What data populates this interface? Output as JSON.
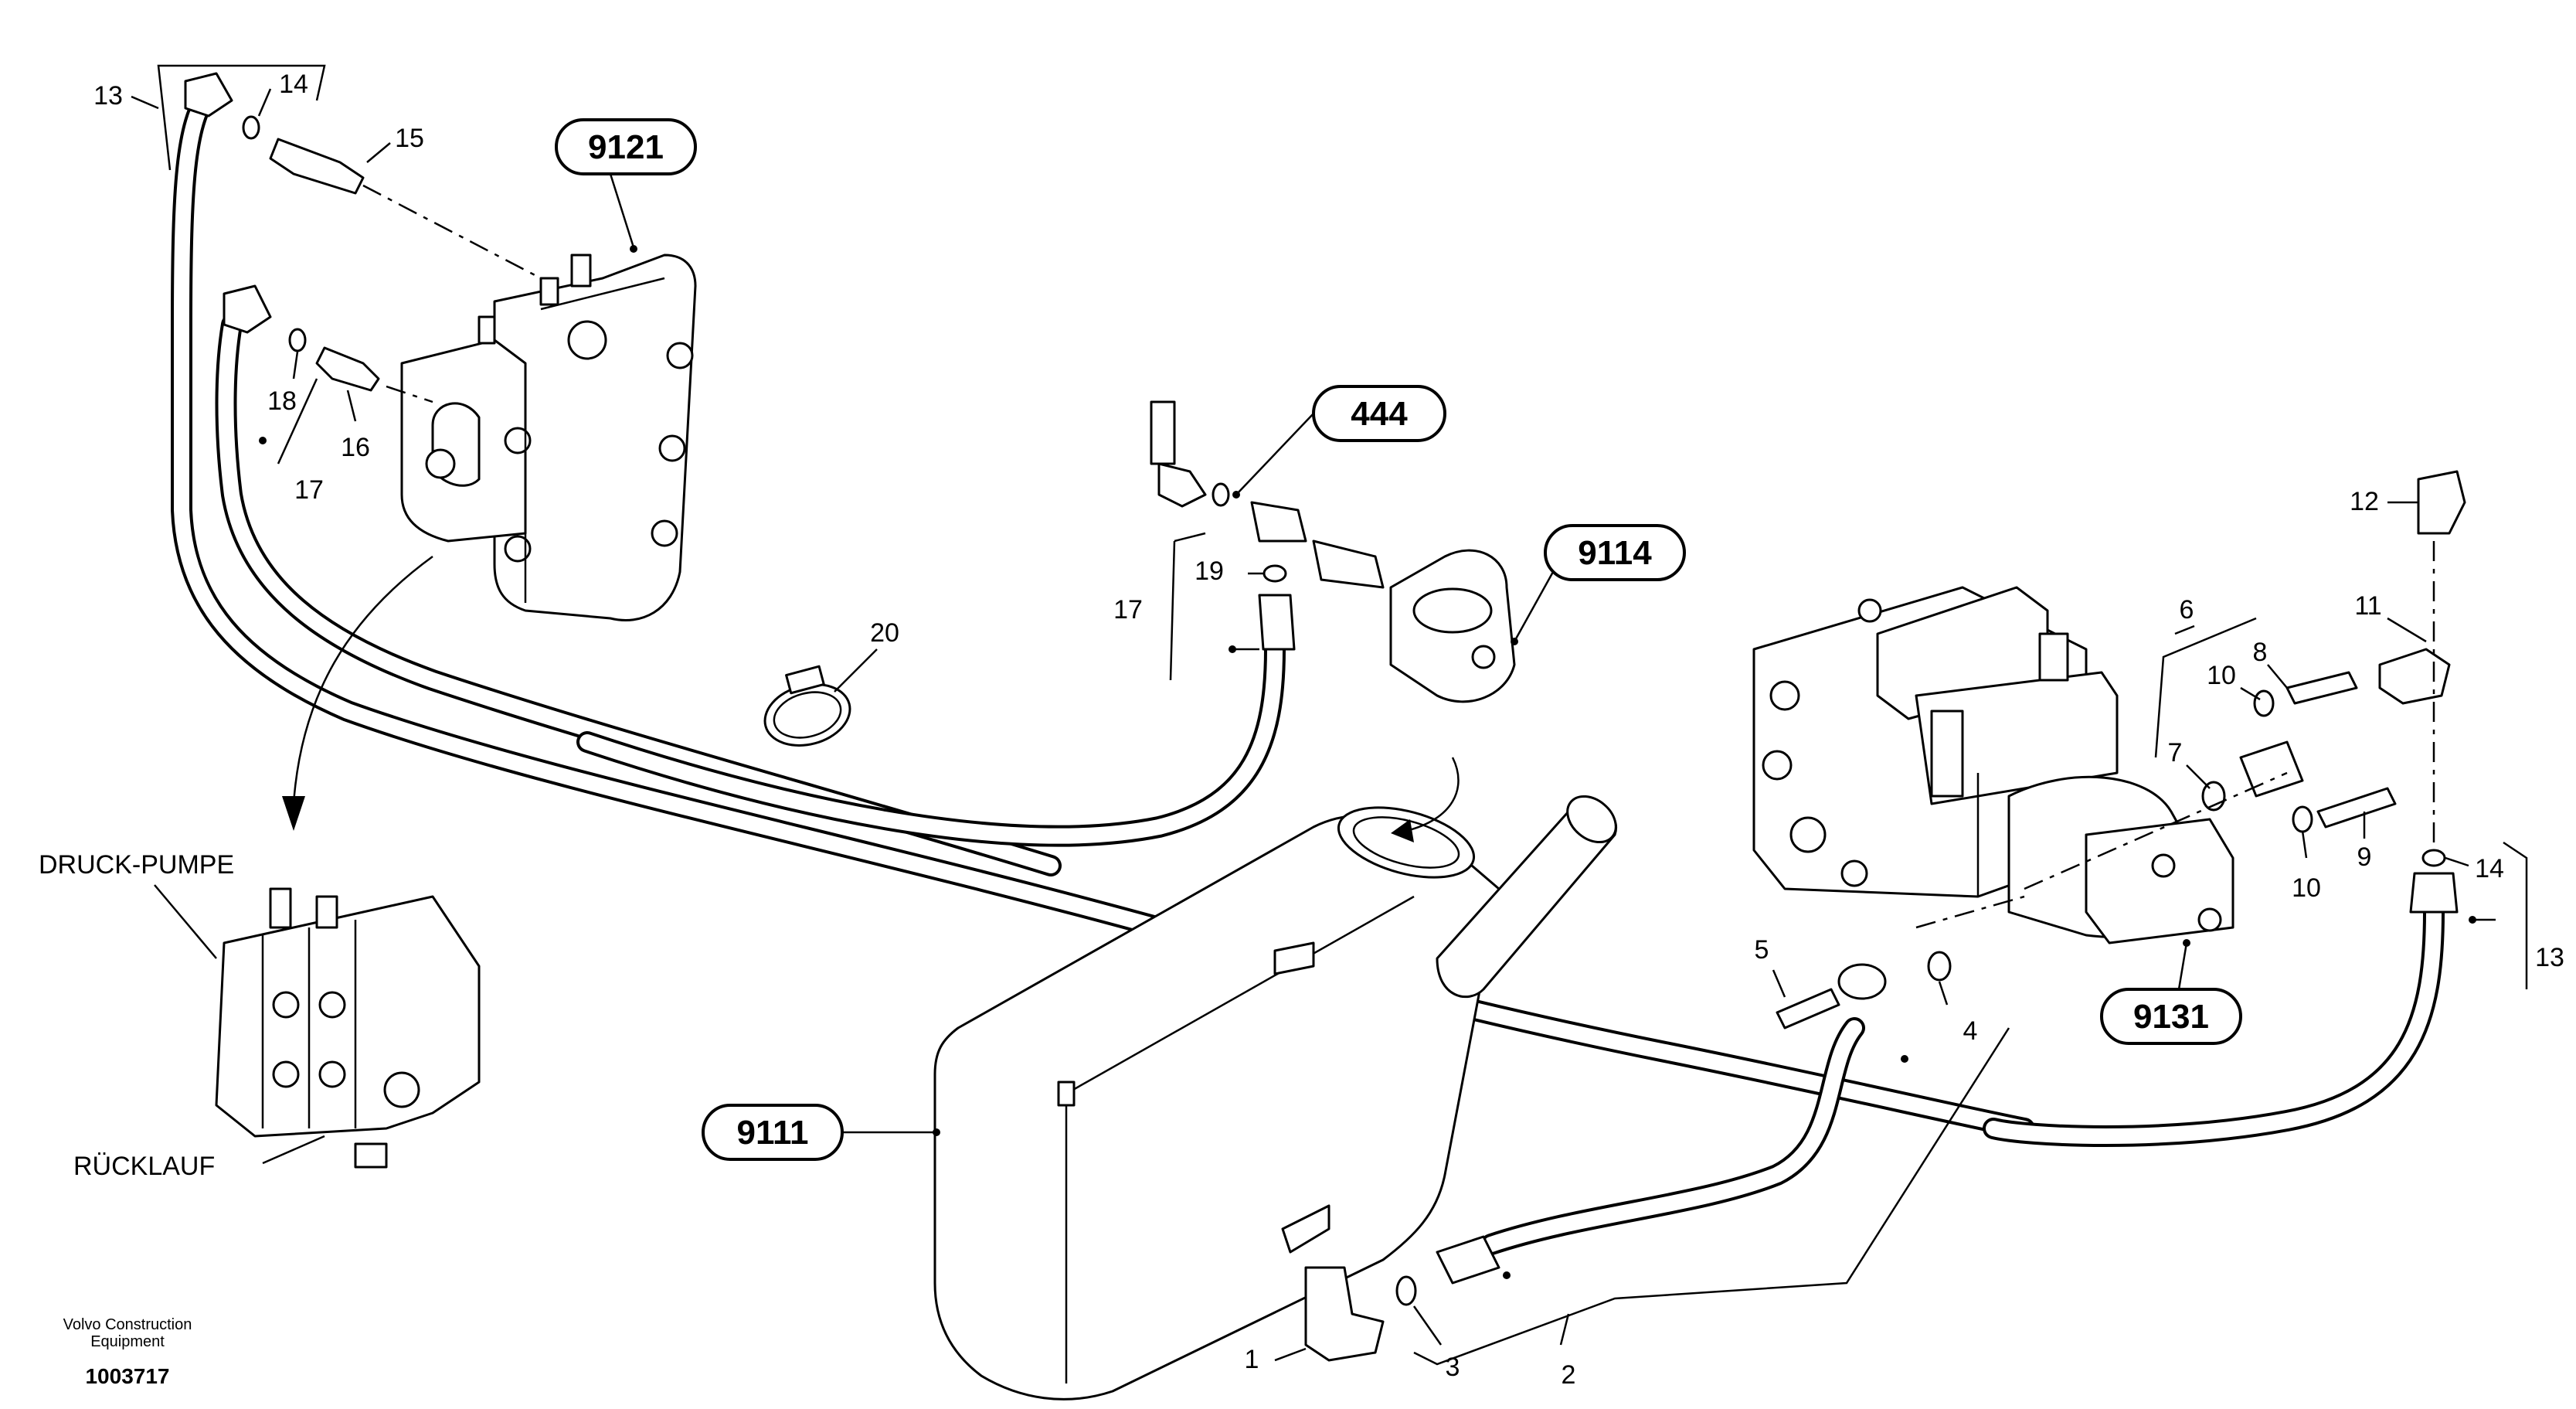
{
  "callouts": {
    "c9121": "9121",
    "c444": "444",
    "c9114": "9114",
    "c9131": "9131",
    "c9111": "9111"
  },
  "item_numbers": {
    "n13_left": "13",
    "n14_left": "14",
    "n15": "15",
    "n18": "18",
    "n16": "16",
    "n17_left": "17",
    "n17_mid": "17",
    "n19": "19",
    "n20": "20",
    "n12": "12",
    "n11": "11",
    "n6": "6",
    "n8": "8",
    "n10_top": "10",
    "n7": "7",
    "n10_bottom": "10",
    "n9": "9",
    "n14_right": "14",
    "n13_right": "13",
    "n5": "5",
    "n4": "4",
    "n1": "1",
    "n3": "3",
    "n2": "2"
  },
  "labels": {
    "druck_pumpe": "DRUCK-PUMPE",
    "rucklauf": "RÜCKLAUF"
  },
  "footer": {
    "brand_line1": "Volvo Construction",
    "brand_line2": "Equipment",
    "doc_number": "1003717"
  }
}
